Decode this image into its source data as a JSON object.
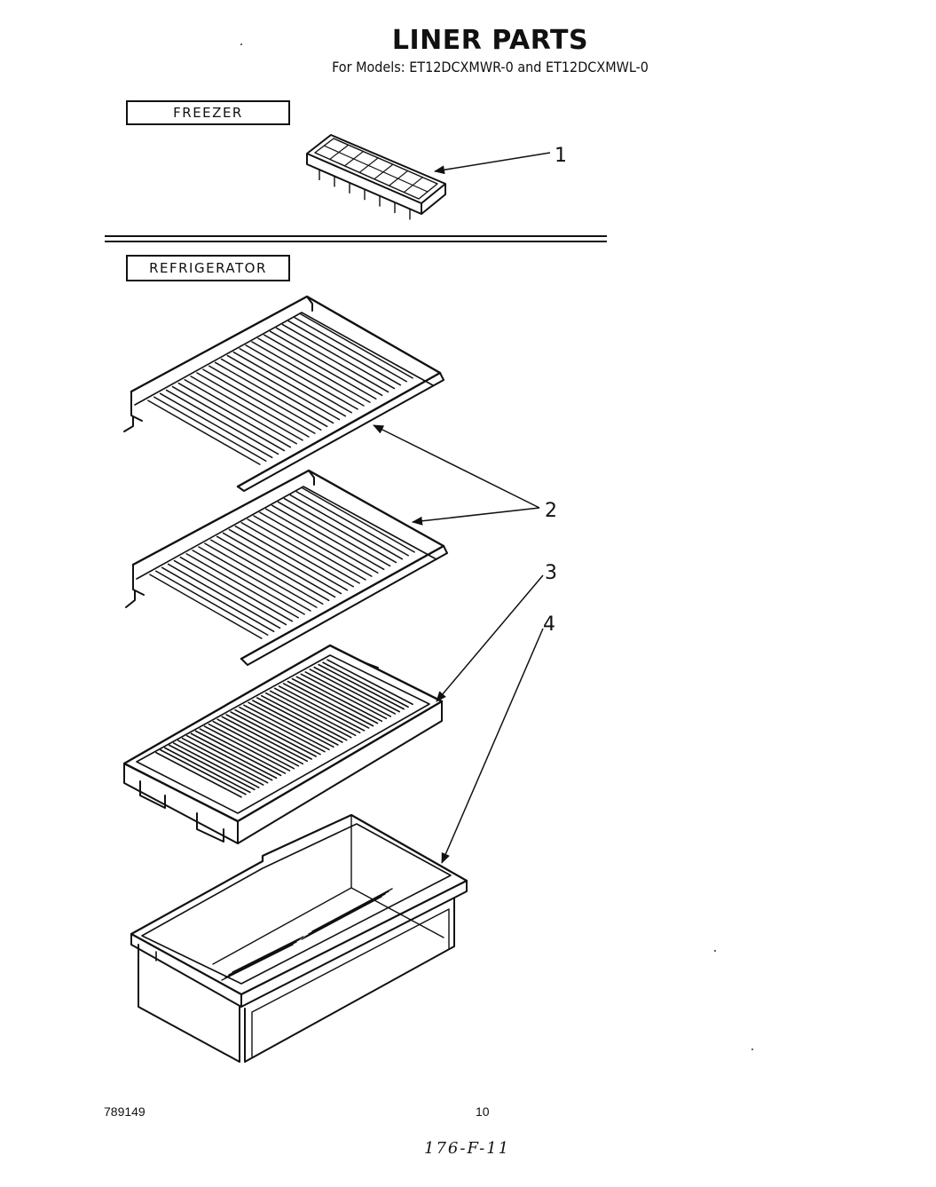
{
  "header": {
    "title": "LINER PARTS",
    "subtitle": "For Models: ET12DCXMWR-0 and ET12DCXMWL-0"
  },
  "sections": {
    "freezer": "FREEZER",
    "refrigerator": "REFRIGERATOR"
  },
  "callouts": [
    "1",
    "2",
    "3",
    "4"
  ],
  "footer": {
    "part_number": "789149",
    "page_number": "10",
    "handwritten_note": "176-F-11"
  }
}
